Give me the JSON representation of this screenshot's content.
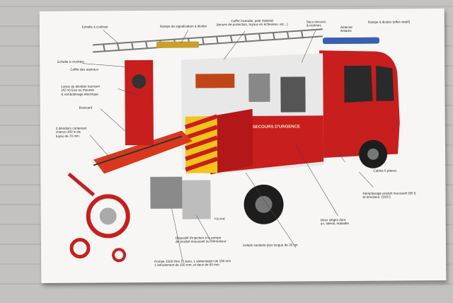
{
  "labels": {
    "echelle_coulisse": "Echelle à coulisse",
    "rampe_signalisation": "Rampe de signalisation à diodes",
    "coffre_incendie": "Coffre incendie, petit matériel\n(tenues de protection, tuyaux en écheveau, etc...)",
    "sacs_secours": "Sacs secours\n& victimes",
    "antenne": "Antenne\nAntares",
    "rampe_diodes": "Rampe à diodes (effet rotatif)",
    "echelle_crochets": "Echelle à crochets",
    "coffre_aspiraux": "Coffre des aspiraux",
    "lance_devidoir": "Lance du dévidoir tournant\n(42 m) Eau ou mousse\n& rembobinage électrique",
    "brancard": "Brancard",
    "devidoirs": "2 dévidoirs contenant\nchacun 200 m de\ntuyau de 70 mm",
    "cabine": "Cabine 6 places",
    "remplissage": "Remplissage produit moussant (60 l)\net émulseur, (100 l)",
    "deux_sieges": "Deux sièges dont\nun, latéral, repliable",
    "cellule": "Cellule sanitaire plus longue de 30 cm",
    "dispositif": "Dispositif d'injection à la pompe\nde produit moussant ou d'émulseur",
    "pompe": "Pompe 1500 l/mn 15 bars, 1 alimentation de 100 mm\n1 refoulement de 100 mm, et deux de 60 mm",
    "truck_text": "SECOURS D'URGENCE",
    "signature": "P.BLAINE"
  }
}
